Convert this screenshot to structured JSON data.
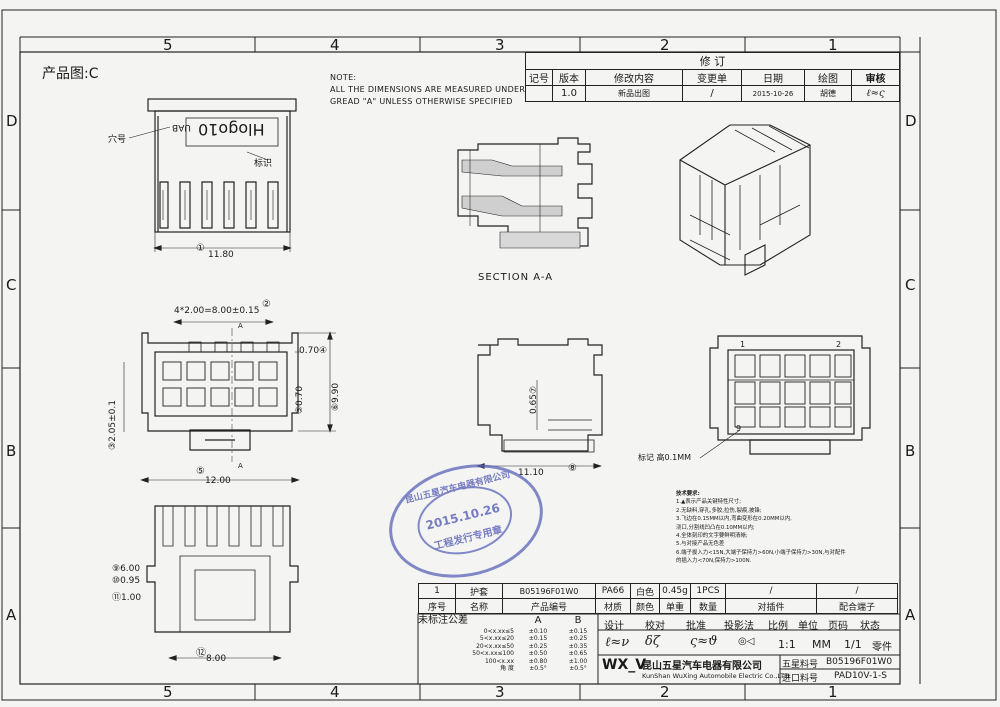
{
  "zones": {
    "columns": [
      "5",
      "4",
      "3",
      "2",
      "1"
    ],
    "rows": [
      "D",
      "C",
      "B",
      "A"
    ]
  },
  "product_view": "产品图:C",
  "note": {
    "line1": "NOTE:",
    "line2": "ALL THE DIMENSIONS ARE MEASURED UNDER",
    "line3": "GREAD \"A\" UNLESS OTHERWISE SPECIFIED"
  },
  "top_view": {
    "logo_text": "Hlogo10",
    "uab_text": "UAB",
    "hole_label": "穴号",
    "mark_label": "标识",
    "dim_width": "11.80",
    "dim_width_tag": "①"
  },
  "section": {
    "label": "SECTION A-A"
  },
  "front_view": {
    "pitch": "4*2.00=8.00±0.15",
    "pitch_tag": "②",
    "dim_070a": "0.70④",
    "dim_070b": "⑤0.70",
    "dim_990": "⑥9.90",
    "dim_205": "③2.05±0.1",
    "dim_1200": "12.00",
    "dim_1200_tag": "⑤",
    "cut_a_top": "A",
    "cut_a_bot": "A"
  },
  "side_view": {
    "dim_065": "0.65⑦",
    "dim_1110": "11.10",
    "dim_1110_tag": "⑧"
  },
  "end_view": {
    "pin_1": "1",
    "pin_2": "2",
    "pin_9": "9",
    "mark_note": "标记 高0.1MM"
  },
  "bottom_view": {
    "dim_600": "⑨6.00",
    "dim_095": "⑩0.95",
    "dim_100": "⑪1.00",
    "dim_800": "8.00",
    "dim_800_tag": "⑫"
  },
  "revision": {
    "title": "修      订",
    "headers": [
      "记号",
      "版本",
      "修改内容",
      "变更单",
      "日期",
      "绘图",
      "审核"
    ],
    "row": [
      "",
      "1.0",
      "新品出图",
      "/",
      "2015-10-26",
      "胡德",
      ""
    ]
  },
  "tech_requirements": {
    "title": "技术要求:",
    "items": [
      "1.▲表示产品关键特性尺寸;",
      "2.无缺料,穿孔,多胶,拉伤,裂痕,披锋;",
      "3.飞边在0.15MM以内,弯曲变形在0.20MM以内,",
      "   浇口,分割线凹凸在0.10MM以内;",
      "4.全体刻印的文字要鲜明清晰;",
      "5.与对接产品无色差",
      "6.端子拔入力<15N,大端子保持力>60N,小端子保持力>30N,与对配件",
      "的插入力<70N,保持力>100N."
    ]
  },
  "bom": {
    "row": [
      "1",
      "护套",
      "B05196F01W0",
      "PA66",
      "白色",
      "0.45g",
      "1PCS",
      "/",
      "/"
    ],
    "headers": [
      "序号",
      "名称",
      "产品编号",
      "材质",
      "颜色",
      "单重",
      "数量",
      "对插件",
      "配合端子"
    ]
  },
  "tolerance": {
    "title": "未标注公差",
    "grade_a": "A",
    "grade_b": "B",
    "ranges": [
      "0<x.xx≤5",
      "5<x.xx≤20",
      "20<x.xx≤50",
      "50<x.xx≤100",
      "100<x.xx",
      "角 度"
    ],
    "a_values": [
      "±0.10",
      "±0.15",
      "±0.25",
      "±0.50",
      "±0.80",
      "±0.5°"
    ],
    "b_values": [
      "±0.15",
      "±0.25",
      "±0.35",
      "±0.65",
      "±1.00",
      "±0.5°"
    ]
  },
  "title_block": {
    "headers": [
      "设计",
      "校对",
      "批准",
      "投影法",
      "比例",
      "单位",
      "页码",
      "状态"
    ],
    "scale": "1:1",
    "unit": "MM",
    "page": "1/1",
    "status": "零件",
    "brand": "WX_V",
    "company_cn": "昆山五星汽车电器有限公司",
    "company_en": "KunShan WuXing Automobile Electric Co.,LTD.",
    "part_label": "五星料号",
    "part_no": "B05196F01W0",
    "import_label": "进口料号",
    "import_no": "PAD10V-1-S"
  },
  "stamp": {
    "name": "昆山五星汽车电器有限公司",
    "date": "2015.10.26",
    "label": "工程发行专用章"
  },
  "colors": {
    "line": "#1a1a1a",
    "paper": "#f4f4f2",
    "stamp": "#5a63b8"
  }
}
